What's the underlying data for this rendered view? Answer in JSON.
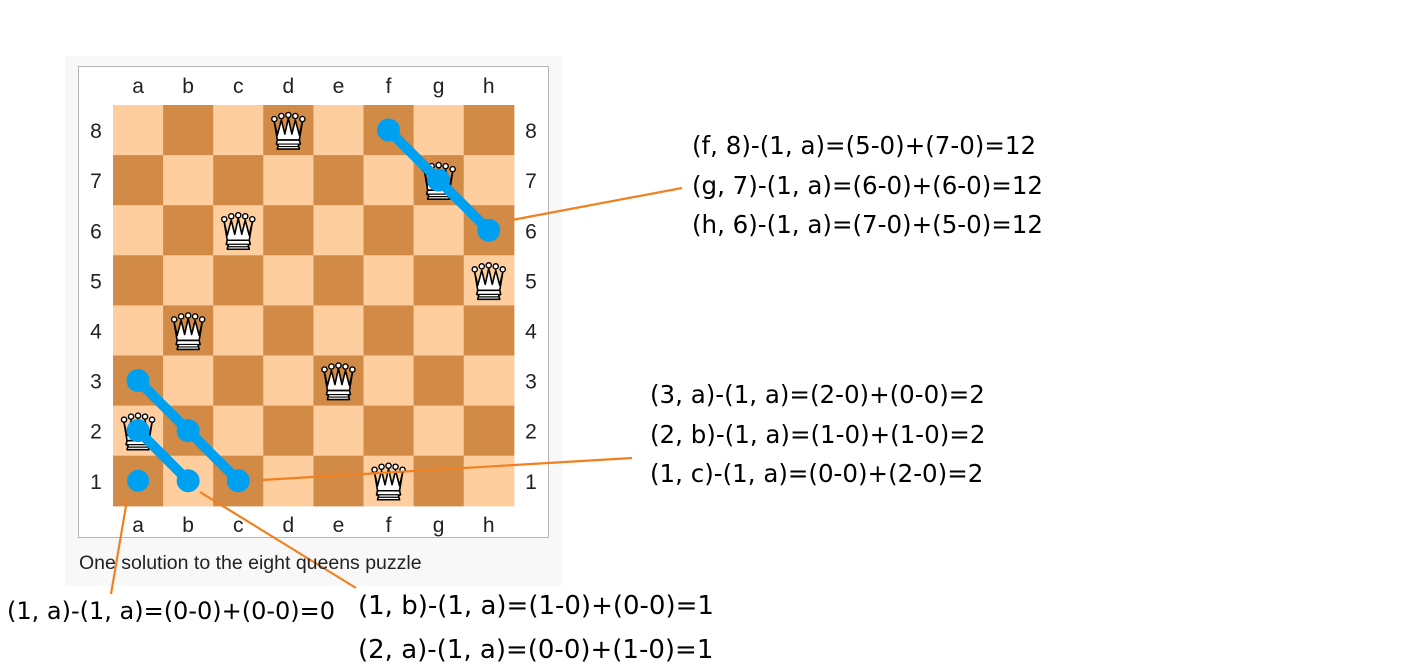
{
  "board": {
    "files": [
      "a",
      "b",
      "c",
      "d",
      "e",
      "f",
      "g",
      "h"
    ],
    "ranks": [
      "8",
      "7",
      "6",
      "5",
      "4",
      "3",
      "2",
      "1"
    ],
    "light_color": "#ffce9e",
    "dark_color": "#d18b47",
    "queens": [
      "d8",
      "g7",
      "c6",
      "h5",
      "b4",
      "e3",
      "a2",
      "f1"
    ]
  },
  "caption": "One solution to the eight queens puzzle",
  "overlay": {
    "color": "#00a0f0",
    "leader_color": "#f08020",
    "diagonals": [
      [
        "f8",
        "g7",
        "h6"
      ],
      [
        "a3",
        "b2",
        "c1"
      ],
      [
        "a2",
        "b1"
      ]
    ],
    "dots": [
      "a1"
    ]
  },
  "annotations": {
    "top": [
      "(f, 8)-(1, a)=(5-0)+(7-0)=12",
      "(g, 7)-(1, a)=(6-0)+(6-0)=12",
      "(h, 6)-(1, a)=(7-0)+(5-0)=12"
    ],
    "middle": [
      "(3, a)-(1, a)=(2-0)+(0-0)=2",
      "(2, b)-(1, a)=(1-0)+(1-0)=2",
      "(1, c)-(1, a)=(0-0)+(2-0)=2"
    ],
    "bottom_left": [
      "(1, a)-(1, a)=(0-0)+(0-0)=0"
    ],
    "bottom_mid": [
      "(1, b)-(1, a)=(1-0)+(0-0)=1",
      "(2, a)-(1, a)=(0-0)+(1-0)=1"
    ]
  }
}
